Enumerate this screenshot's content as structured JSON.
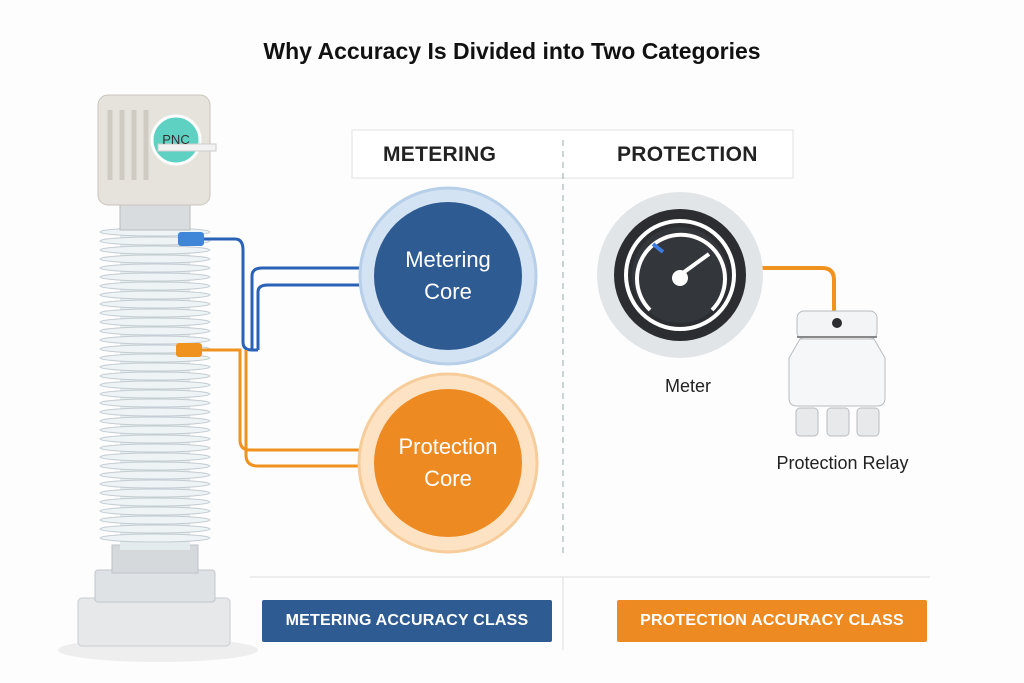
{
  "title": "Why Accuracy Is Divided into Two Categories",
  "header": {
    "left": "METERING",
    "right": "PROTECTION"
  },
  "transformer": {
    "logo_text": "PNC"
  },
  "cores": {
    "metering": {
      "line1": "Metering",
      "line2": "Core"
    },
    "protection": {
      "line1": "Protection",
      "line2": "Core"
    }
  },
  "devices": {
    "meter_label": "Meter",
    "relay_label": "Protection Relay"
  },
  "footer": {
    "metering_class": "METERING ACCURACY CLASS",
    "protection_class": "PROTECTION ACCURACY CLASS"
  },
  "colors": {
    "metering": "#2f5b93",
    "protection": "#ee8a22",
    "metering_wire": "#2a62b8",
    "protection_wire": "#f0921e"
  }
}
